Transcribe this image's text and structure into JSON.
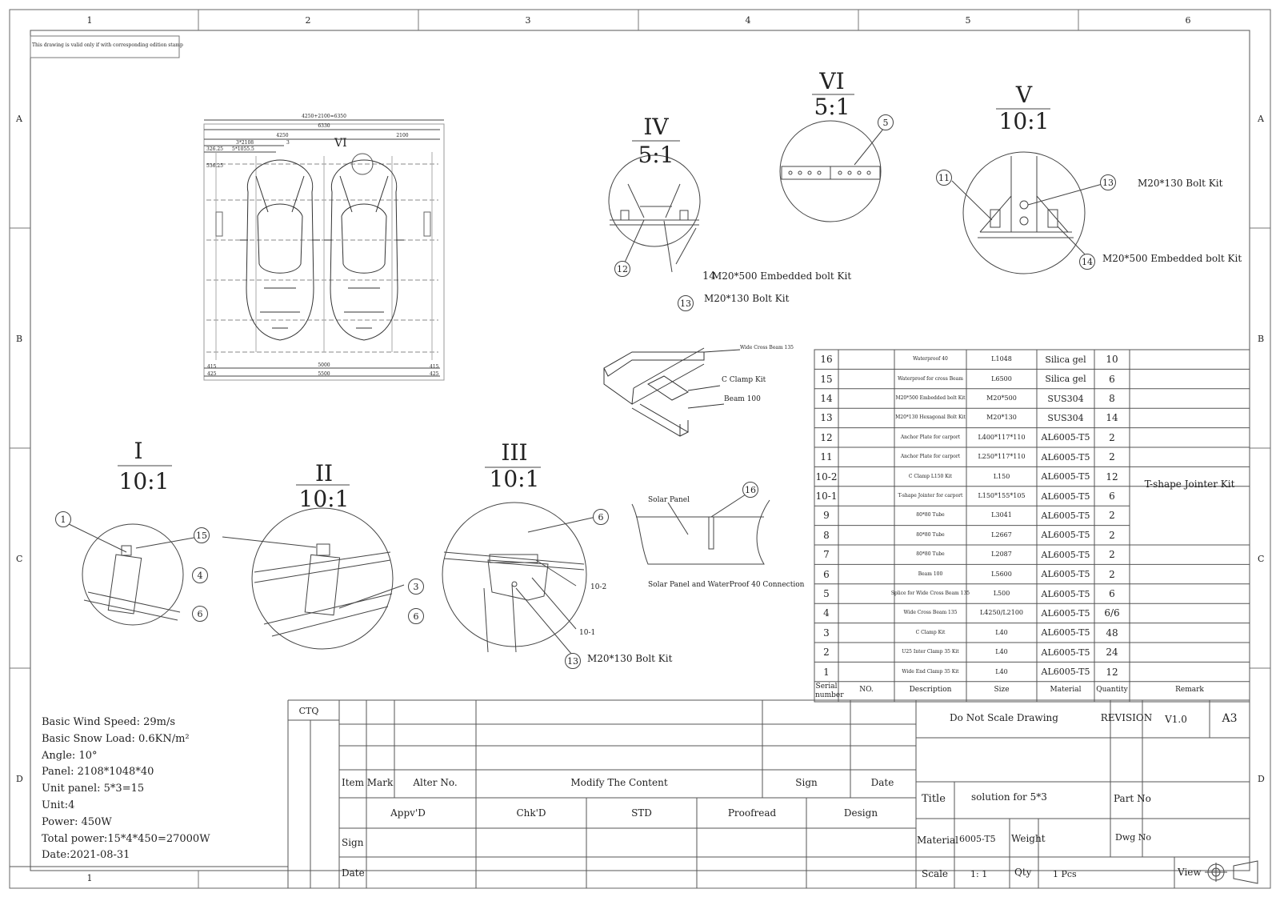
{
  "validity_note": "This drawing is valid only if with corresponding edition stamp",
  "grid": {
    "cols": [
      "1",
      "2",
      "3",
      "4",
      "5",
      "6"
    ],
    "rows": [
      "A",
      "B",
      "C",
      "D"
    ],
    "bottom_col": "1"
  },
  "details": {
    "I": {
      "roman": "I",
      "scale": "10:1"
    },
    "II": {
      "roman": "II",
      "scale": "10:1"
    },
    "III": {
      "roman": "III",
      "scale": "10:1"
    },
    "IV": {
      "roman": "IV",
      "scale": "5:1"
    },
    "V": {
      "roman": "V",
      "scale": "10:1"
    },
    "VI": {
      "roman": "VI",
      "scale": "5:1"
    }
  },
  "plan": {
    "marker": "VI",
    "dims": {
      "total": "4250+2100=6350",
      "width": "6330",
      "left": "4250",
      "right": "2100",
      "a": "3*2108",
      "b": "5*1055.5",
      "c": "326.25",
      "d": "536.25",
      "bottom1": "5000",
      "bottom2": "5500",
      "l1": "415",
      "l2": "425",
      "r1": "415",
      "r2": "425",
      "small": "3"
    }
  },
  "callouts": {
    "iv_14": "M20*500 Embedded bolt Kit",
    "iv_13": "M20*130 Bolt Kit",
    "v_13": "M20*130 Bolt Kit",
    "v_14": "M20*500 Embedded bolt Kit",
    "iii_13": "M20*130 Bolt Kit"
  },
  "iso_labels": {
    "wide": "Wide Cross Beam 135",
    "clamp": "C Clamp Kit",
    "beam": "Beam 100"
  },
  "connection": {
    "panel": "Solar Panel",
    "caption": "Solar Panel and WaterProof 40 Connection",
    "bubble": "16"
  },
  "bom": {
    "rows": [
      {
        "no": "16",
        "desc": "Waterproof 40",
        "size": "L1048",
        "mat": "Silica gel",
        "qty": "10",
        "remark": ""
      },
      {
        "no": "15",
        "desc": "Waterproof for cross Beam",
        "size": "L6500",
        "mat": "Silica gel",
        "qty": "6",
        "remark": ""
      },
      {
        "no": "14",
        "desc": "M20*500 Embedded bolt Kit",
        "size": "M20*500",
        "mat": "SUS304",
        "qty": "8",
        "remark": ""
      },
      {
        "no": "13",
        "desc": "M20*130 Hexagonal Bolt Kit",
        "size": "M20*130",
        "mat": "SUS304",
        "qty": "14",
        "remark": ""
      },
      {
        "no": "12",
        "desc": "Anchor Plate for carport",
        "size": "L400*117*110",
        "mat": "AL6005-T5",
        "qty": "2",
        "remark": ""
      },
      {
        "no": "11",
        "desc": "Anchor Plate for carport",
        "size": "L250*117*110",
        "mat": "AL6005-T5",
        "qty": "2",
        "remark": ""
      },
      {
        "no": "10-2",
        "desc": "C Clamp L150 Kit",
        "size": "L150",
        "mat": "AL6005-T5",
        "qty": "12",
        "remark": ""
      },
      {
        "no": "10-1",
        "desc": "T-shape Jointer for carport",
        "size": "L150*155*105",
        "mat": "AL6005-T5",
        "qty": "6",
        "remark": ""
      },
      {
        "no": "9",
        "desc": "80*80 Tube",
        "size": "L3041",
        "mat": "AL6005-T5",
        "qty": "2",
        "remark": ""
      },
      {
        "no": "8",
        "desc": "80*80 Tube",
        "size": "L2667",
        "mat": "AL6005-T5",
        "qty": "2",
        "remark": ""
      },
      {
        "no": "7",
        "desc": "80*80 Tube",
        "size": "L2087",
        "mat": "AL6005-T5",
        "qty": "2",
        "remark": ""
      },
      {
        "no": "6",
        "desc": "Beam 100",
        "size": "L5600",
        "mat": "AL6005-T5",
        "qty": "2",
        "remark": ""
      },
      {
        "no": "5",
        "desc": "Splice for Wide Cross Beam 135",
        "size": "L500",
        "mat": "AL6005-T5",
        "qty": "6",
        "remark": ""
      },
      {
        "no": "4",
        "desc": "Wide Cross Beam 135",
        "size": "L4250/L2100",
        "mat": "AL6005-T5",
        "qty": "6/6",
        "remark": ""
      },
      {
        "no": "3",
        "desc": "C Clamp Kit",
        "size": "L40",
        "mat": "AL6005-T5",
        "qty": "48",
        "remark": ""
      },
      {
        "no": "2",
        "desc": "U25 Inter Clamp 35 Kit",
        "size": "L40",
        "mat": "AL6005-T5",
        "qty": "24",
        "remark": ""
      },
      {
        "no": "1",
        "desc": "Wide End Clamp 35 Kit",
        "size": "L40",
        "mat": "AL6005-T5",
        "qty": "12",
        "remark": ""
      }
    ],
    "merged_remark": "T-shape Jointer Kit",
    "header": {
      "serial": "Serial number",
      "no": "NO.",
      "desc": "Description",
      "size": "Size",
      "mat": "Material",
      "qty": "Quantity",
      "remark": "Remark"
    }
  },
  "specs": [
    "Basic Wind Speed: 29m/s",
    "Basic Snow Load: 0.6KN/m²",
    "Angle: 10°",
    "Panel: 2108*1048*40",
    "Unit panel: 5*3=15",
    "Unit:4",
    "Power: 450W",
    "Total power:15*4*450=27000W",
    "Date:2021-08-31"
  ],
  "title_block": {
    "ctq": "CTQ",
    "item": "Item",
    "mark": "Mark",
    "alter": "Alter No.",
    "modify": "Modify The Content",
    "sign": "Sign",
    "date": "Date",
    "appvd": "Appv'D",
    "chkd": "Chk'D",
    "std": "STD",
    "proofread": "Proofread",
    "design": "Design",
    "sign_row": "Sign",
    "date_row": "Date",
    "do_not_scale": "Do Not Scale Drawing",
    "revision": "REVISION",
    "version": "V1.0",
    "paper": "A3",
    "title_label": "Title",
    "title_value": "solution  for 5*3",
    "part_no": "Part No",
    "material_label": "Material",
    "material_value": "6005-T5",
    "weight": "Weight",
    "dwg_no": "Dwg No",
    "scale_label": "Scale",
    "scale_value": "1: 1",
    "qty_label": "Qty",
    "qty_value": "1 Pcs",
    "view": "View"
  }
}
